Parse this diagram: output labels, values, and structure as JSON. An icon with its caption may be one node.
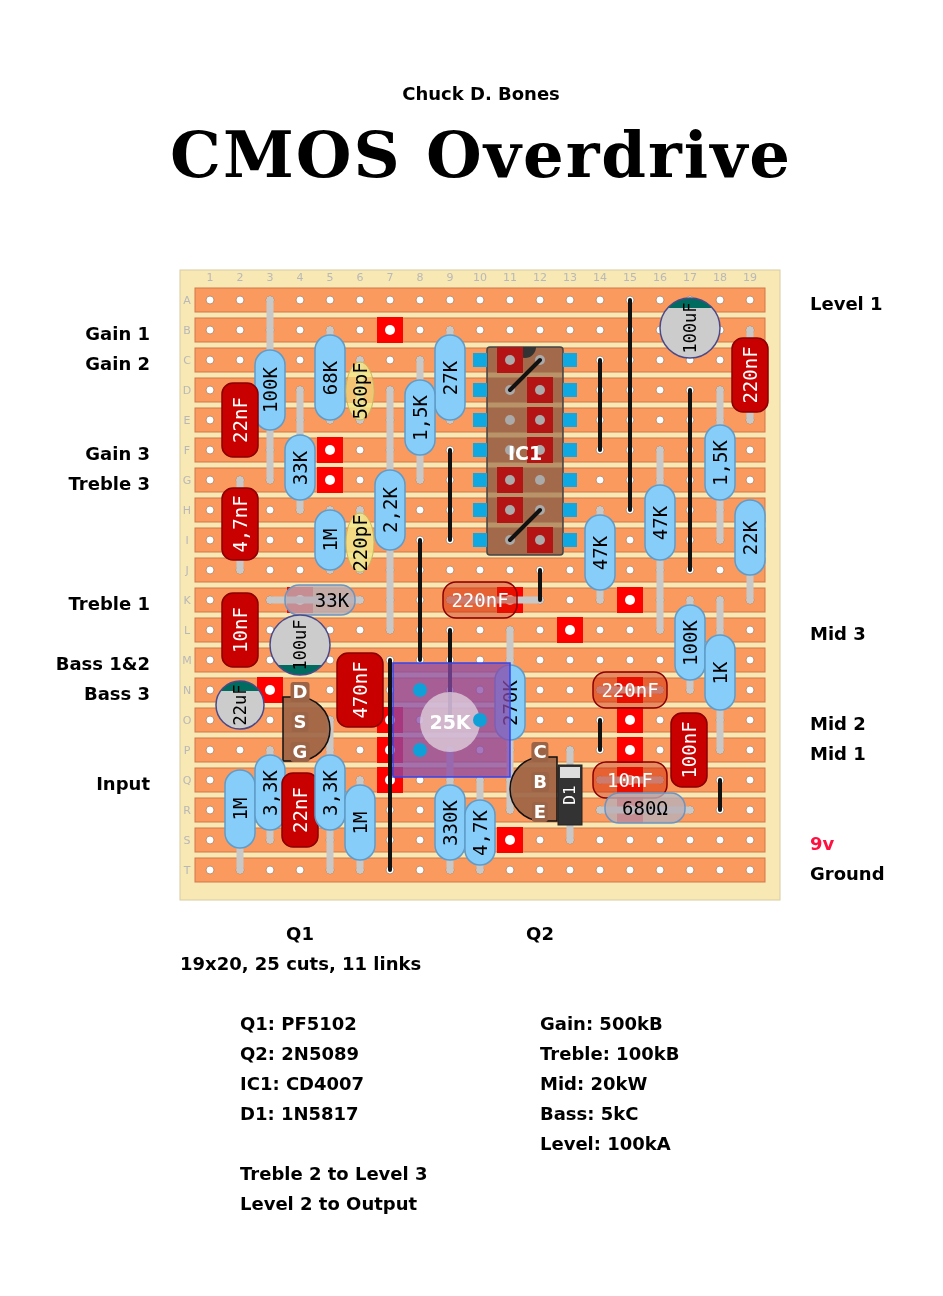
{
  "diagram": {
    "title": "CMOS Overdrive",
    "nodes": [
      {
        "text": [
          "100K"
        ]
      },
      {
        "text": [
          "68K"
        ]
      },
      {
        "text": [
          "560pF"
        ]
      },
      {
        "text": [
          "27K"
        ]
      },
      {
        "text": [
          "IC1"
        ]
      },
      {
        "text": [
          "100uF"
        ]
      },
      {
        "text": [
          "220nF"
        ]
      },
      {
        "text": [
          "22nF"
        ]
      },
      {
        "text": [
          "1,5K"
        ]
      },
      {
        "text": [
          "33K"
        ]
      },
      {
        "text": [
          "1,5K"
        ]
      },
      {
        "text": [
          "4,7nF"
        ]
      },
      {
        "text": [
          "2,2K"
        ]
      },
      {
        "text": [
          "1M"
        ]
      },
      {
        "text": [
          "220pF"
        ]
      },
      {
        "text": [
          "47K"
        ]
      },
      {
        "text": [
          "47K"
        ]
      },
      {
        "text": [
          "22K"
        ]
      },
      {
        "text": [
          "33K"
        ]
      },
      {
        "text": [
          "220nF"
        ]
      },
      {
        "text": [
          "10nF"
        ]
      },
      {
        "text": [
          "100uF"
        ]
      },
      {
        "text": [
          "100K"
        ]
      },
      {
        "text": [
          "470nF"
        ]
      },
      {
        "text": [
          "1K"
        ]
      },
      {
        "text": [
          "270K"
        ]
      },
      {
        "text": [
          "22uF"
        ]
      },
      {
        "text": [
          "D",
          "S",
          "G"
        ]
      },
      {
        "text": [
          "25K"
        ]
      },
      {
        "text": [
          "220nF"
        ]
      },
      {
        "text": [
          "100nF"
        ]
      },
      {
        "text": [
          "C",
          "B",
          "E"
        ]
      },
      {
        "text": [
          "D1"
        ]
      },
      {
        "text": [
          "10nF"
        ]
      },
      {
        "text": [
          "1M"
        ]
      },
      {
        "text": [
          "3,3K"
        ]
      },
      {
        "text": [
          "22nF"
        ]
      },
      {
        "text": [
          "3,3K"
        ]
      },
      {
        "text": [
          "1M"
        ]
      },
      {
        "text": [
          "330K"
        ]
      },
      {
        "text": [
          "4,7K"
        ]
      },
      {
        "text": [
          "680Ω"
        ]
      }
    ],
    "labels": [
      "Chuck D. Bones",
      "1",
      "2",
      "3",
      "4",
      "5",
      "6",
      "7",
      "8",
      "9",
      "10",
      "11",
      "12",
      "13",
      "14",
      "15",
      "16",
      "17",
      "18",
      "19",
      "A",
      "B",
      "C",
      "D",
      "E",
      "F",
      "G",
      "H",
      "I",
      "J",
      "K",
      "L",
      "M",
      "N",
      "O",
      "P",
      "Q",
      "R",
      "S",
      "T",
      "Level 1",
      "Gain 1",
      "Gain 2",
      "Gain 3",
      "Treble 3",
      "Treble 1",
      "Mid 3",
      "Bass 1&2",
      "Bass 3",
      "Mid 2",
      "Mid 1",
      "Input",
      "9v",
      "Ground",
      "Q1",
      "Q2",
      "19x20, 25 cuts, 11 links",
      "Q1: PF5102",
      "Gain: 500kB",
      "Q2: 2N5089",
      "Treble: 100kB",
      "IC1: CD4007",
      "Mid: 20kW",
      "D1: 1N5817",
      "Bass: 5kC",
      "Level: 100kA",
      "Treble 2 to Level 3",
      "Level 2 to Output"
    ]
  }
}
